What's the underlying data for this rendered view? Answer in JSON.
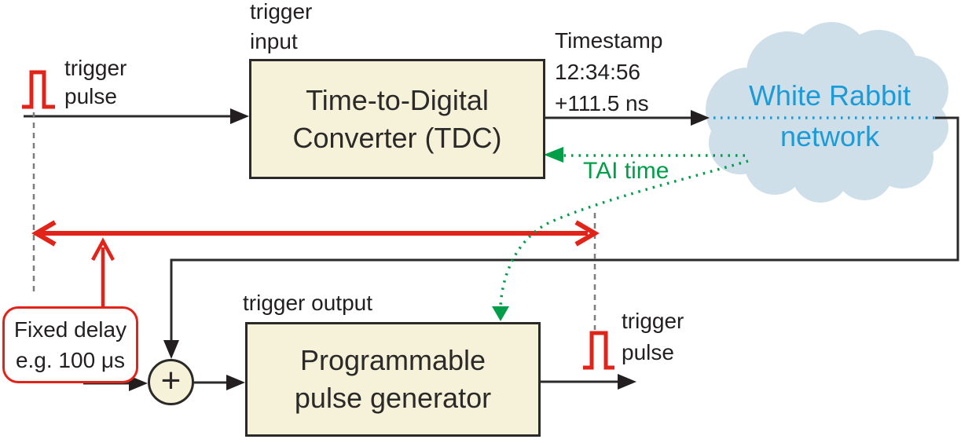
{
  "labels": {
    "input_pulse": {
      "line1": "trigger",
      "line2": "pulse"
    },
    "trigger_input": {
      "line1": "trigger",
      "line2": "input"
    },
    "tdc": {
      "line1": "Time-to-Digital",
      "line2": "Converter (TDC)"
    },
    "timestamp": {
      "line1": "Timestamp",
      "line2": "12:34:56",
      "line3": "+111.5 ns"
    },
    "wr_cloud": {
      "line1": "White Rabbit",
      "line2": "network"
    },
    "tai_time": "TAI time",
    "fixed_delay": {
      "line1": "Fixed delay",
      "line2": "e.g. 100 μs"
    },
    "sum": "+",
    "trigger_output": "trigger output",
    "output_pulse": {
      "line1": "trigger",
      "line2": "pulse"
    }
  },
  "colors": {
    "pulse_red": "#E2231A",
    "tai_green": "#009E49",
    "wr_blue": "#1B9BD8",
    "cloud_fill": "#CEDFE9",
    "box_fill": "#F6F2DA",
    "line_dark": "#2B2A29",
    "text_dark": "#231F20",
    "dash_gray": "#7D7D7D"
  }
}
